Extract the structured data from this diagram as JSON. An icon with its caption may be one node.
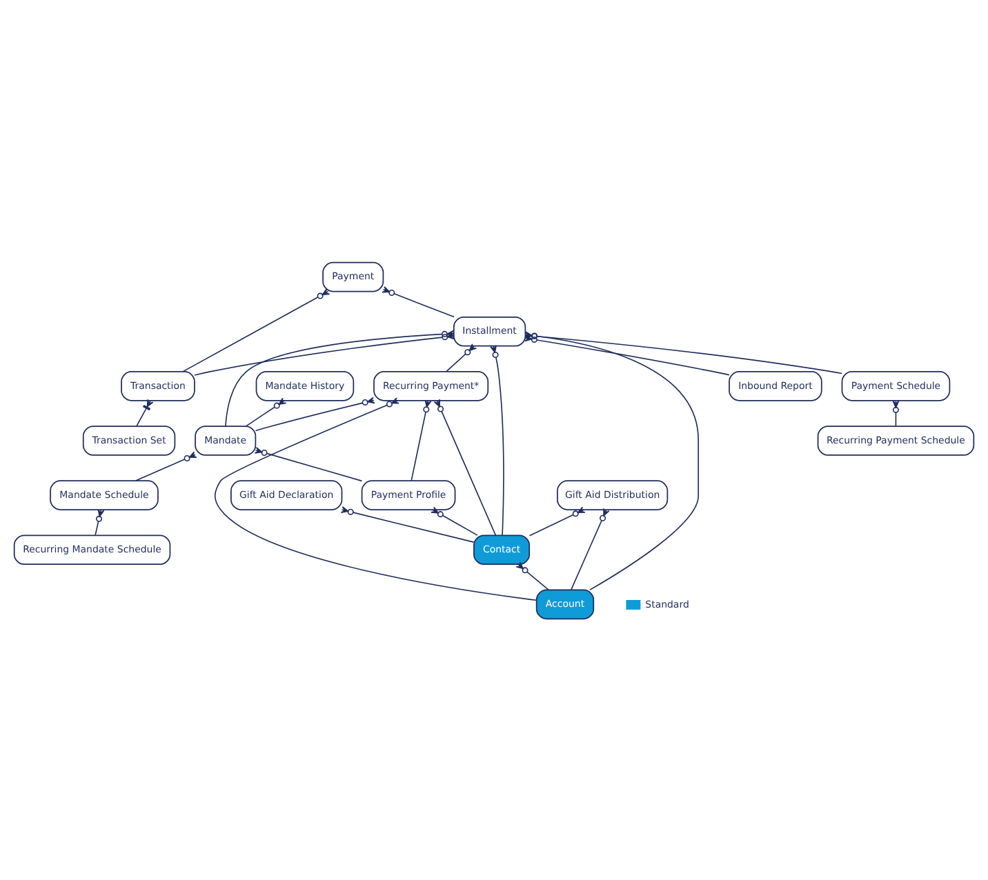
{
  "diagram": {
    "nodes": [
      {
        "text": [
          "Payment"
        ]
      },
      {
        "text": [
          "Inbound Report"
        ]
      },
      {
        "text": [
          "Installment"
        ]
      },
      {
        "text": [
          "Transaction"
        ]
      },
      {
        "text": [
          "Payment Schedule"
        ]
      },
      {
        "text": [
          "Transaction Set"
        ]
      },
      {
        "text": [
          "Recurring Payment*"
        ]
      },
      {
        "text": [
          "Recurring Payment Schedule"
        ]
      },
      {
        "text": [
          "Contact"
        ]
      },
      {
        "text": [
          "Payment Profile"
        ]
      },
      {
        "text": [
          "Mandate"
        ]
      },
      {
        "text": [
          "Mandate History"
        ]
      },
      {
        "text": [
          "Gift Aid Declaration"
        ]
      },
      {
        "text": [
          "Account"
        ]
      },
      {
        "text": [
          "Mandate Schedule"
        ]
      },
      {
        "text": [
          "Recurring Mandate Schedule"
        ]
      },
      {
        "text": [
          "Gift Aid Distribution"
        ]
      }
    ],
    "edges": [
      {
        "from": 2,
        "to": 0,
        "arrow": "other"
      },
      {
        "from": 3,
        "to": 0,
        "arrow": "other"
      },
      {
        "from": 1,
        "to": 2,
        "arrow": "other"
      },
      {
        "from": 3,
        "to": 2,
        "arrow": "other"
      },
      {
        "from": 4,
        "to": 2,
        "arrow": "other"
      },
      {
        "from": 5,
        "to": 3,
        "arrow": "other"
      },
      {
        "from": 13,
        "to": 2,
        "arrow": "other"
      },
      {
        "from": 8,
        "to": 2,
        "arrow": "other"
      },
      {
        "from": 6,
        "to": 2,
        "arrow": "other"
      },
      {
        "from": 10,
        "to": 2,
        "arrow": "other"
      },
      {
        "from": 7,
        "to": 4,
        "arrow": "other"
      },
      {
        "from": 13,
        "to": 6,
        "arrow": "other"
      },
      {
        "from": 8,
        "to": 6,
        "arrow": "other"
      },
      {
        "from": 9,
        "to": 6,
        "arrow": "other"
      },
      {
        "from": 10,
        "to": 6,
        "arrow": "other"
      },
      {
        "from": 8,
        "to": 9,
        "arrow": "other"
      },
      {
        "from": 9,
        "to": 10,
        "arrow": "other"
      },
      {
        "from": 10,
        "to": 11,
        "arrow": "other"
      },
      {
        "from": 8,
        "to": 12,
        "arrow": "other"
      },
      {
        "from": 13,
        "to": 8,
        "arrow": "other"
      },
      {
        "from": 14,
        "to": 10,
        "arrow": "other"
      },
      {
        "from": 15,
        "to": 14,
        "arrow": "other"
      },
      {
        "from": 8,
        "to": 16,
        "arrow": "other"
      },
      {
        "from": 13,
        "to": 16,
        "arrow": "other"
      }
    ],
    "legend": [
      {
        "text": "Standard",
        "color": "#0f9bd7"
      }
    ]
  }
}
